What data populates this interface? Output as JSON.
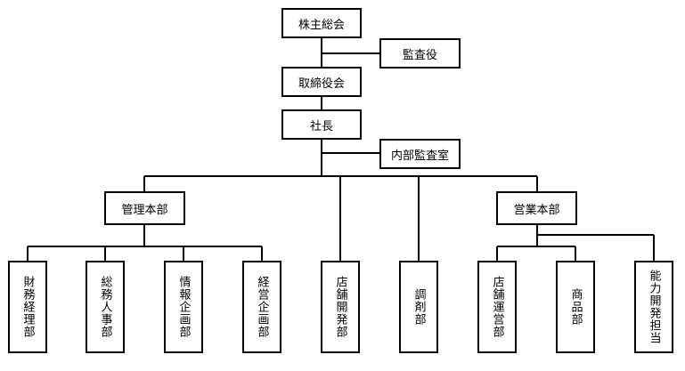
{
  "org": {
    "shareholders": "株主総会",
    "auditor": "監査役",
    "board": "取締役会",
    "president": "社長",
    "internal_audit": "内部監査室",
    "admin_hq": "管理本部",
    "sales_hq": "営業本部",
    "finance": "財務経理部",
    "general_affairs": "総務人事部",
    "info_planning": "情報企画部",
    "mgmt_planning": "経営企画部",
    "store_dev": "店舗開発部",
    "dispensing": "調剤部",
    "store_ops": "店舗運営部",
    "merchandise": "商品部",
    "capability_dev": "能力開発担当"
  }
}
